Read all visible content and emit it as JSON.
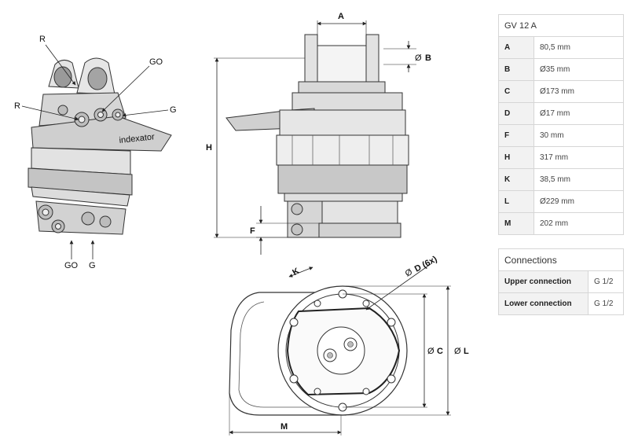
{
  "iso_view": {
    "callouts": [
      "R",
      "R",
      "GO",
      "G",
      "GO",
      "G"
    ],
    "brand_mark": "indexator"
  },
  "side_view": {
    "dims": {
      "A": "A",
      "B": "B",
      "H": "H",
      "F": "F",
      "diameter_symbol": "Ø"
    }
  },
  "bottom_view": {
    "dims": {
      "K": "K",
      "D": "D (6x)",
      "C": "C",
      "L": "L",
      "M": "M",
      "diameter_symbol": "Ø"
    }
  },
  "spec_table": {
    "title": "GV 12 A",
    "rows": [
      {
        "key": "A",
        "value": "80,5 mm"
      },
      {
        "key": "B",
        "value": "Ø35 mm"
      },
      {
        "key": "C",
        "value": "Ø173 mm"
      },
      {
        "key": "D",
        "value": "Ø17 mm"
      },
      {
        "key": "F",
        "value": "30 mm"
      },
      {
        "key": "H",
        "value": "317 mm"
      },
      {
        "key": "K",
        "value": "38,5 mm"
      },
      {
        "key": "L",
        "value": "Ø229 mm"
      },
      {
        "key": "M",
        "value": "202 mm"
      }
    ]
  },
  "connections_table": {
    "title": "Connections",
    "rows": [
      {
        "label": "Upper connection",
        "value": "G 1/2"
      },
      {
        "label": "Lower connection",
        "value": "G 1/2"
      }
    ]
  },
  "colors": {
    "line": "#222222",
    "metal_light": "#e4e4e4",
    "metal_mid": "#c6c6c6",
    "metal_dark": "#9a9a9a",
    "table_key_bg": "#f2f2f2",
    "table_border": "#d6d6d6"
  }
}
